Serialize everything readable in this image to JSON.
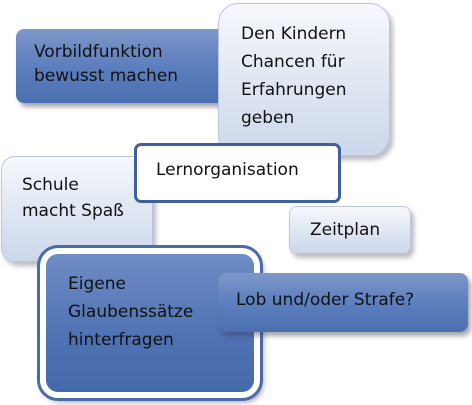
{
  "boxes": {
    "vorbild": [
      "Vorbildfunktion",
      "bewusst machen"
    ],
    "chancen": [
      "Den Kindern",
      "Chancen für",
      "Erfahrungen",
      "geben"
    ],
    "lernorg": [
      "Lernorganisation"
    ],
    "schule": [
      "Schule",
      "macht Spaß"
    ],
    "zeitplan": [
      "Zeitplan"
    ],
    "glauben": [
      "Eigene",
      "Glaubenssätze",
      "hinterfragen"
    ],
    "lob": [
      "Lob und/oder Strafe?"
    ]
  },
  "colors": {
    "dark_blue": "#5d7fbe",
    "light_blue": "#dfe6f2",
    "border_blue": "#3f5f9f"
  }
}
